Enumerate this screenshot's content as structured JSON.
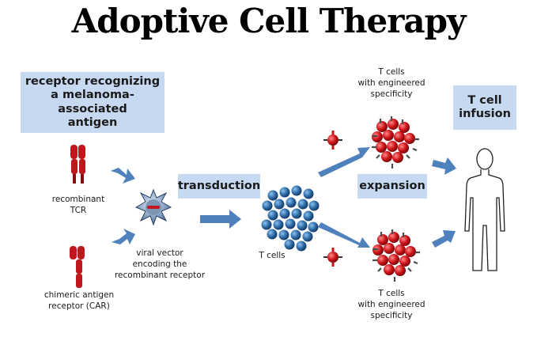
{
  "title": "Adoptive Cell Therapy",
  "boxes": {
    "receptor": [
      "receptor recognizing",
      "a melanoma-associated",
      "antigen"
    ],
    "transduction": "transduction",
    "expansion": "expansion",
    "infusion": [
      "T cell",
      "infusion"
    ]
  },
  "labels": {
    "tcr": [
      "recombinant",
      "TCR"
    ],
    "car": [
      "chimeric antigen",
      "receptor (CAR)"
    ],
    "viral_vector": [
      "viral vector",
      "encoding the",
      "recombinant receptor"
    ],
    "t_cells": "T cells",
    "engineered_top": [
      "T cells",
      "with engineered",
      "specificity"
    ],
    "engineered_bottom": [
      "T cells",
      "with engineered",
      "specificity"
    ]
  },
  "colors": {
    "box": "#c6d9f1",
    "arrow": "#4f81bd",
    "receptor_red": "#c0171c",
    "t_cell_blue": "#2e6ca8"
  }
}
